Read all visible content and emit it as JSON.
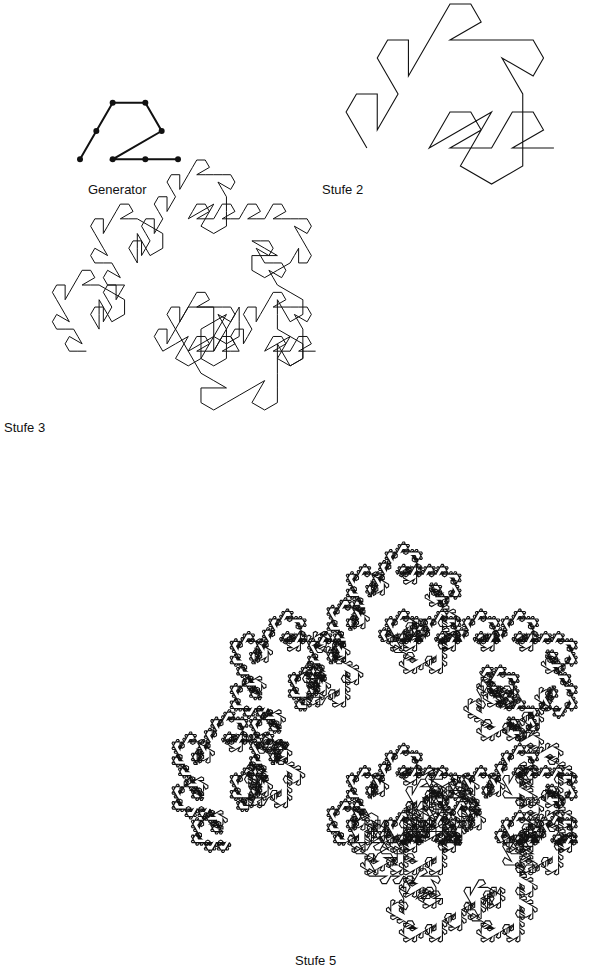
{
  "diagram": {
    "labels": [
      "Generator",
      "Stufe 2",
      "Stufe 3",
      "Stufe 5"
    ]
  }
}
